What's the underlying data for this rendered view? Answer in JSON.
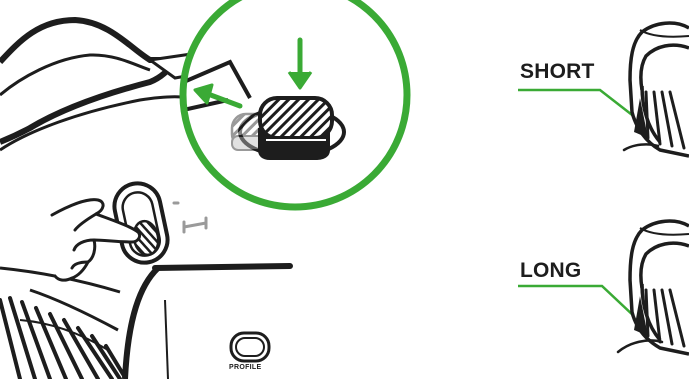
{
  "labels": {
    "short": "SHORT",
    "long": "LONG",
    "profile": "PROFILE"
  },
  "colors": {
    "accent_green": "#3aaa35",
    "outline": "#1d1d1d",
    "gray": "#9a9a9a"
  },
  "icons": {
    "press_arrow": "arrow-down-icon",
    "slide_arrow": "arrow-up-left-icon"
  }
}
